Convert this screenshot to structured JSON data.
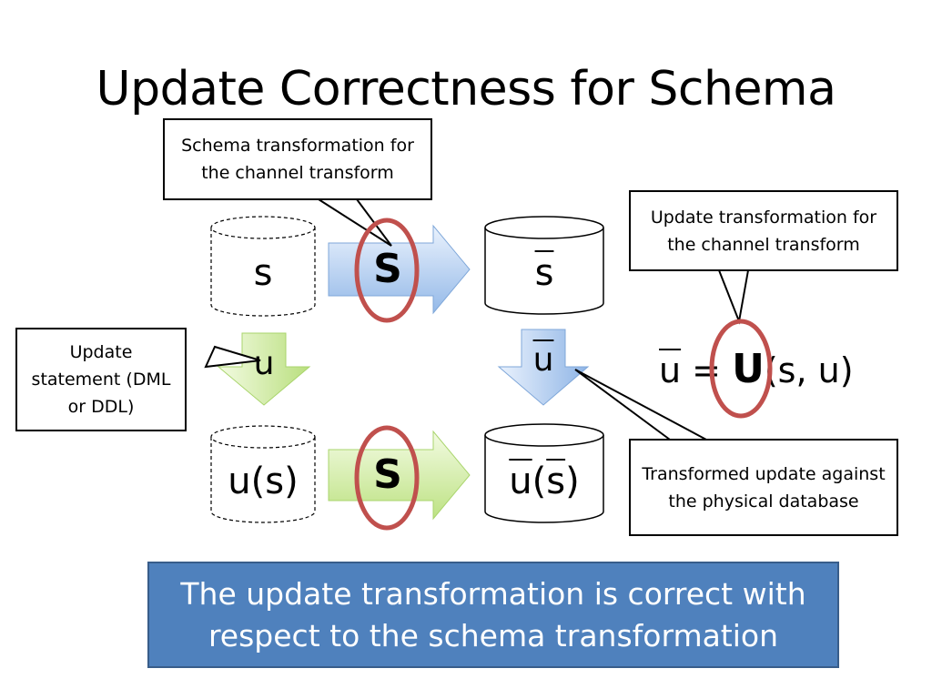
{
  "slide": {
    "title": "Update Correctness for Schema",
    "conclusion": "The update transformation is correct with respect to the schema transformation"
  },
  "diagram": {
    "cylinders": {
      "top_left": "s",
      "top_right": "s",
      "bottom_left": "u(s)",
      "bottom_right_u": "u",
      "bottom_right_open": "(",
      "bottom_right_s": "s",
      "bottom_right_close": ")"
    },
    "arrows": {
      "top_schema": "S",
      "bottom_schema": "S",
      "left_update": "u",
      "right_update": "u"
    },
    "formula": {
      "lhs": "u",
      "eq": " = ",
      "func": "U",
      "args": "(s, u)"
    },
    "callouts": {
      "schema_transformation": "Schema transformation for the channel transform",
      "update_transformation": "Update transformation for the channel transform",
      "update_statement": "Update statement (DML or DDL)",
      "transformed_update": "Transformed update against the physical database"
    }
  },
  "colors": {
    "blue_arrow_light": "#e4eefc",
    "blue_arrow_dark": "#8db3e2",
    "green_arrow_light": "#f0fadc",
    "green_arrow_dark": "#b7de7a",
    "highlight_ellipse": "#c0504d",
    "conclusion_box": "#4f81bd"
  }
}
